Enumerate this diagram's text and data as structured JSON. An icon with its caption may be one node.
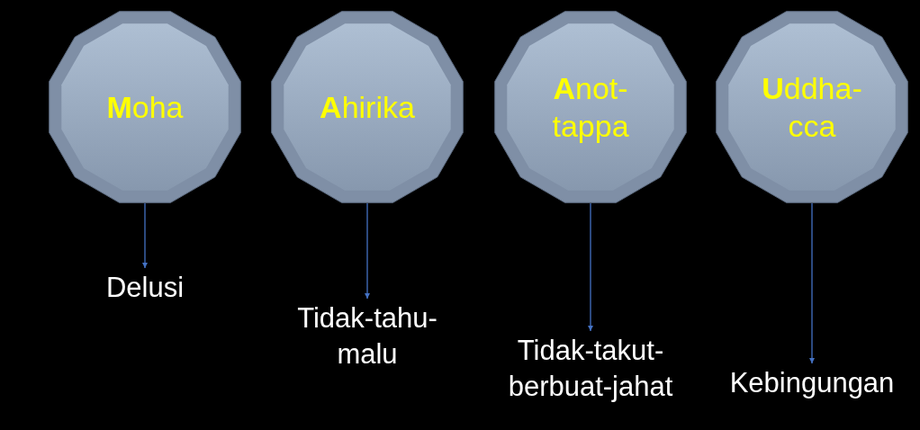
{
  "diagram": {
    "nodes": [
      {
        "text": [
          "**M**oha"
        ]
      },
      {
        "text": [
          "**A**hirika"
        ]
      },
      {
        "text": [
          "**A**not- tappa"
        ]
      },
      {
        "text": [
          "**U**ddha- cca"
        ]
      },
      {
        "text": [
          "Delusi"
        ]
      },
      {
        "text": [
          "Tidak-tahu- malu"
        ]
      },
      {
        "text": [
          "Tidak-takut- berbuat-jahat"
        ]
      },
      {
        "text": [
          "Kebingungan"
        ]
      }
    ],
    "edges": [
      {
        "from": 0,
        "to": 4,
        "arrow": "to"
      },
      {
        "from": 1,
        "to": 5,
        "arrow": "to"
      },
      {
        "from": 2,
        "to": 6,
        "arrow": "to"
      },
      {
        "from": 3,
        "to": 7,
        "arrow": "to"
      }
    ]
  }
}
